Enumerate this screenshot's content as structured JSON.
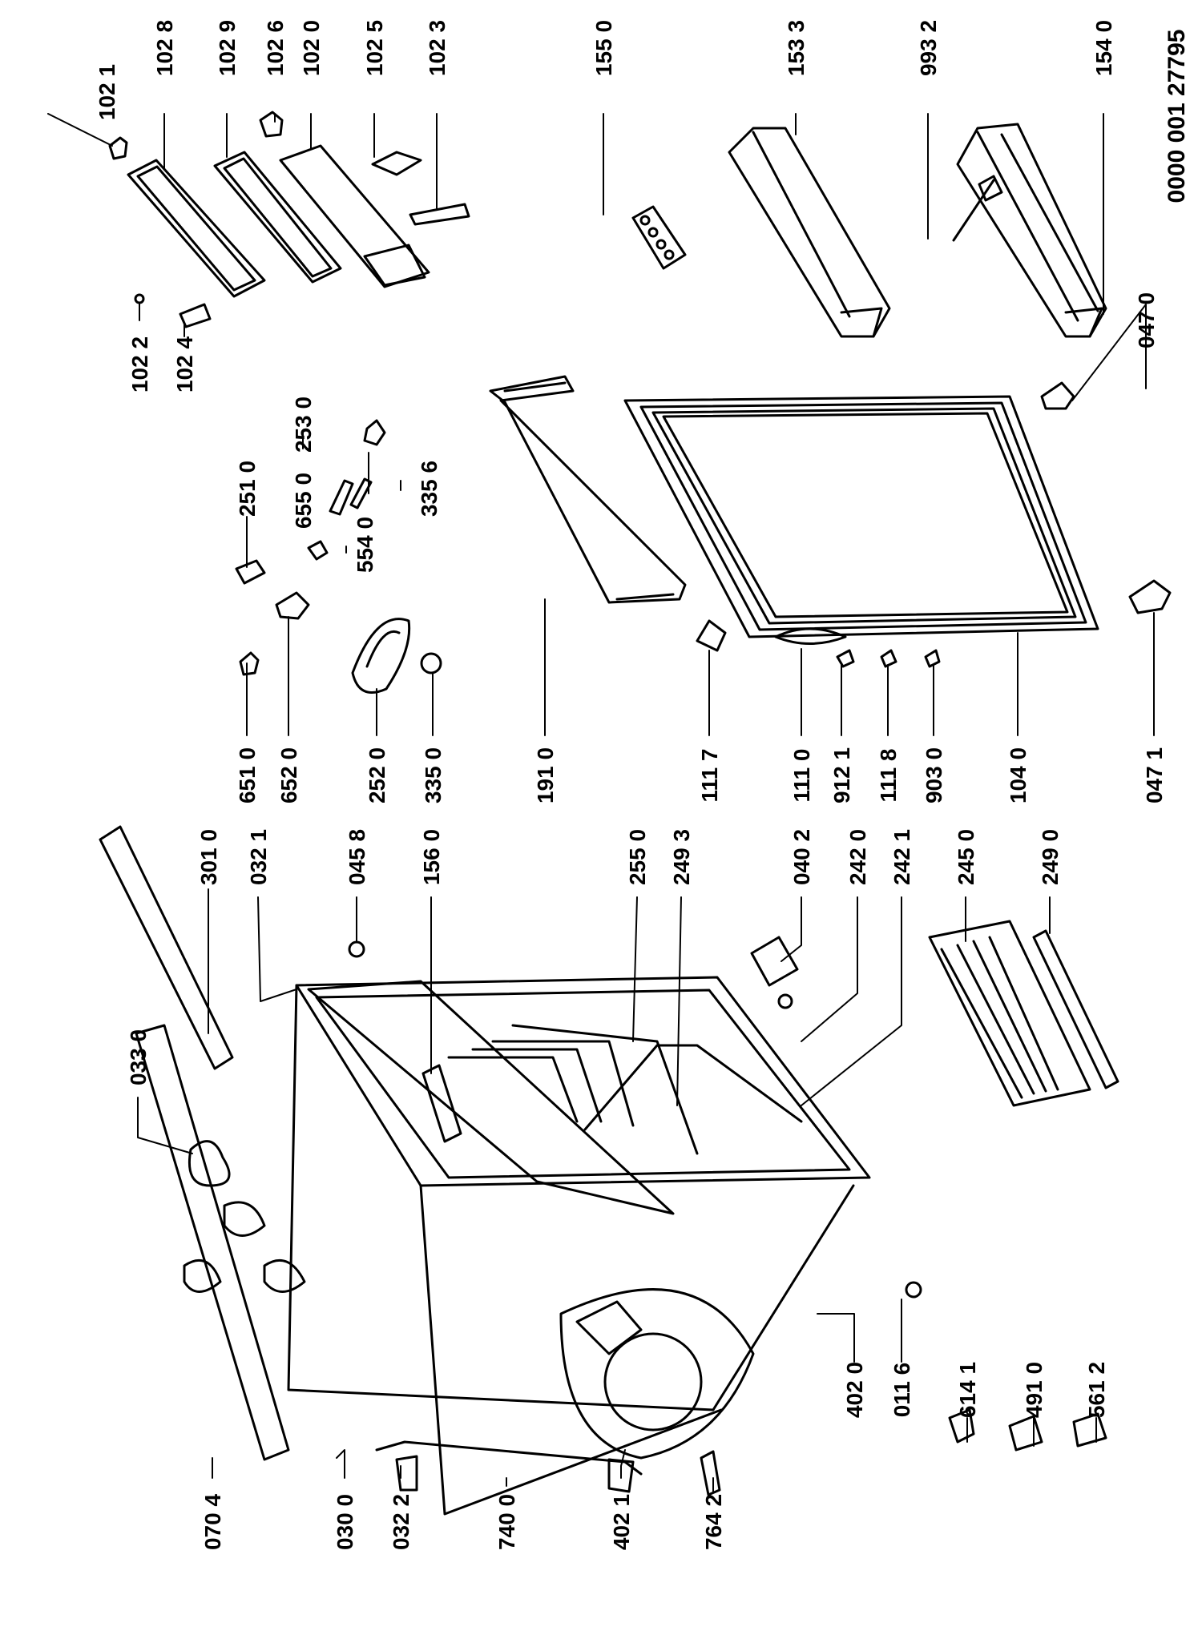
{
  "drawing_number": "0000 001 27795",
  "part_labels": {
    "p1021": "102 1",
    "p1028": "102 8",
    "p1029": "102 9",
    "p1026": "102 6",
    "p1020": "102 0",
    "p1025": "102 5",
    "p1023": "102 3",
    "p1550": "155 0",
    "p1533": "153 3",
    "p9932": "993 2",
    "p1540": "154 0",
    "p1022": "102 2",
    "p1024": "102 4",
    "p0470": "047 0",
    "p2530": "253 0",
    "p2510": "251 0",
    "p6550": "655 0",
    "p3356": "335 6",
    "p5540": "554 0",
    "p6510": "651 0",
    "p6520": "652 0",
    "p2520": "252 0",
    "p3350": "335 0",
    "p1910": "191 0",
    "p1117": "111 7",
    "p1110": "111 0",
    "p9121": "912 1",
    "p1118": "111 8",
    "p9030": "903 0",
    "p1040": "104 0",
    "p0471": "047 1",
    "p3010": "301 0",
    "p0321": "032 1",
    "p0458": "045 8",
    "p1560": "156 0",
    "p0330": "033 0",
    "p2550": "255 0",
    "p2493": "249 3",
    "p0402": "040 2",
    "p2420": "242 0",
    "p2421": "242 1",
    "p2450": "245 0",
    "p2490": "249 0",
    "p0704": "070 4",
    "p0300": "030 0",
    "p0322": "032 2",
    "p7400": "740 0",
    "p4021": "402 1",
    "p7642": "764 2",
    "p4020": "402 0",
    "p0116": "011 6",
    "p6141": "614 1",
    "p4910": "491 0",
    "p5612": "561 2"
  }
}
